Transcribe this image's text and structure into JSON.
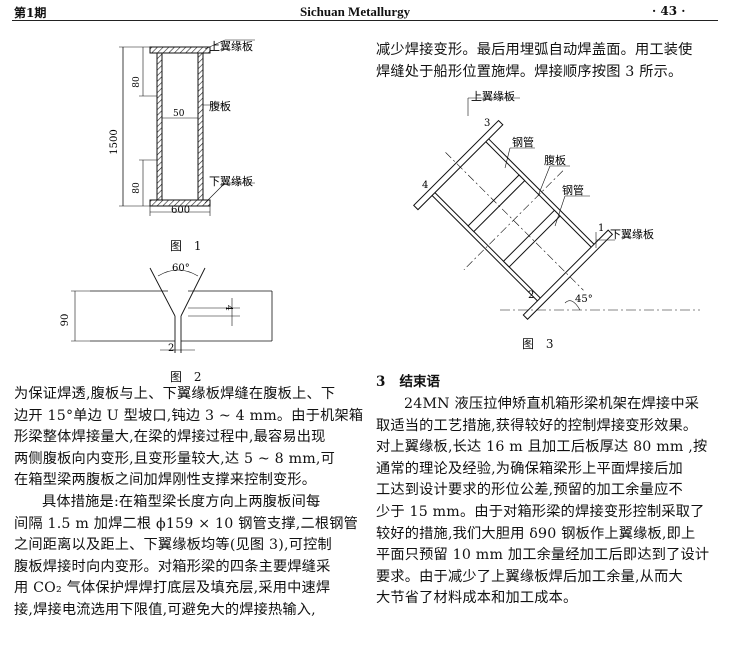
{
  "header": {
    "issue": "第1期",
    "journal": "Sichuan Metallurgy",
    "page": "· 43 ·"
  },
  "fig1": {
    "caption": "图 1",
    "labels": {
      "top_flange": "上翼缘板",
      "web": "腹板",
      "bottom_flange": "下翼缘板"
    },
    "dims": {
      "height": "1500",
      "top_thickness": "80",
      "bottom_thickness": "80",
      "web_thickness": "50",
      "width": "600"
    }
  },
  "fig2": {
    "caption": "图 2",
    "dims": {
      "angle": "60°",
      "height": "90",
      "blunt": "4",
      "gap": "2"
    }
  },
  "fig3": {
    "caption": "图 3",
    "labels": {
      "top_flange": "上翼缘板",
      "pipe1": "钢管",
      "web": "腹板",
      "pipe2": "钢管",
      "bottom_flange": "下翼缘板"
    },
    "numbers": {
      "n1": "1",
      "n2": "2",
      "n3": "3",
      "n4": "4"
    },
    "angle": "45°"
  },
  "left_text": {
    "para1": [
      "为保证焊透,腹板与上、下翼缘板焊缝在腹板上、下",
      "边开 15°单边 U 型坡口,钝边 3 ~ 4 mm。由于机架箱",
      "形梁整体焊接量大,在梁的焊接过程中,最容易出现",
      "两侧腹板向内变形,且变形量较大,达 5 ~ 8 mm,可",
      "在箱型梁两腹板之间加焊刚性支撑来控制变形。"
    ],
    "para2": [
      "具体措施是:在箱型梁长度方向上两腹板间每",
      "间隔 1.5 m 加焊二根 ϕ159 × 10 钢管支撑,二根钢管",
      "之间距离以及距上、下翼缘板均等(见图 3),可控制",
      "腹板焊接时向内变形。对箱形梁的四条主要焊缝采",
      "用 CO₂ 气体保护焊焊打底层及填充层,采用中速焊",
      "接,焊接电流选用下限值,可避免大的焊接热输入,"
    ]
  },
  "right_text": {
    "top_lines": [
      "减少焊接变形。最后用埋弧自动焊盖面。用工装使",
      "焊缝处于船形位置施焊。焊接顺序按图 3 所示。"
    ],
    "section_heading": "3   结束语",
    "para": [
      "24MN 液压拉伸矫直机箱形梁机架在焊接中采",
      "取适当的工艺措施,获得较好的控制焊接变形效果。",
      "对上翼缘板,长达 16 m 且加工后板厚达 80 mm ,按",
      "通常的理论及经验,为确保箱梁形上平面焊接后加",
      "工达到设计要求的形位公差,预留的加工余量应不",
      "少于 15 mm。由于对箱形梁的焊接变形控制采取了",
      "较好的措施,我们大胆用 δ90 钢板作上翼缘板,即上",
      "平面只预留 10 mm 加工余量经加工后即达到了设计",
      "要求。由于减少了上翼缘板焊后加工余量,从而大",
      "大节省了材料成本和加工成本。"
    ]
  }
}
